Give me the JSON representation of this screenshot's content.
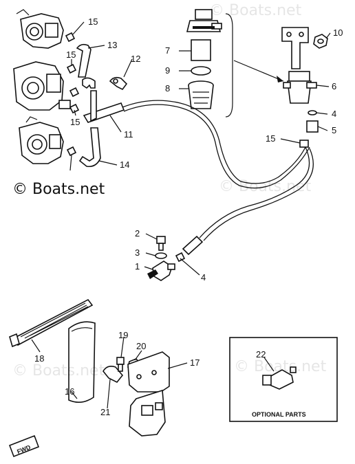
{
  "watermarks": {
    "main": "© Boats.net",
    "ghost": "© Boats.net"
  },
  "optional_box": {
    "label": "OPTIONAL PARTS"
  },
  "callouts": {
    "c1": "1",
    "c2": "2",
    "c3": "3",
    "c4a": "4",
    "c4b": "4",
    "c5": "5",
    "c6": "6",
    "c7": "7",
    "c8": "8",
    "c9": "9",
    "c10": "10",
    "c11": "11",
    "c12": "12",
    "c13": "13",
    "c14": "14",
    "c15a": "15",
    "c15b": "15",
    "c15c": "15",
    "c15d": "15",
    "c16": "16",
    "c17": "17",
    "c18": "18",
    "c19": "19",
    "c20": "20",
    "c21": "21",
    "c22": "22"
  },
  "fwd_badge": "FWD"
}
